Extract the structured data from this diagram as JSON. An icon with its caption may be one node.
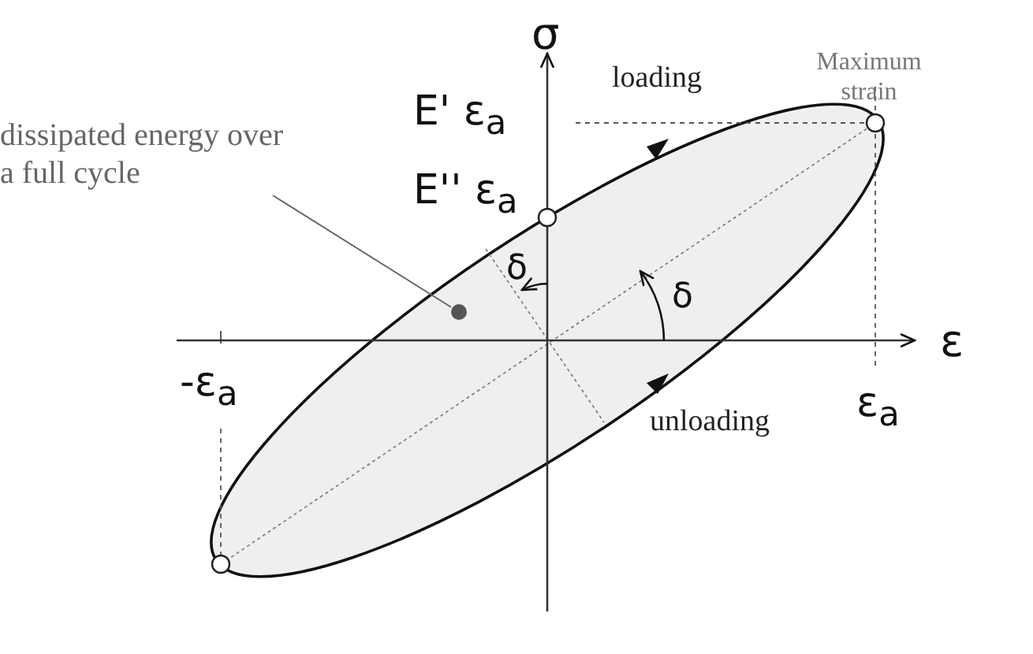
{
  "diagram": {
    "nodes": [
      {
        "text": [
          "dissipated energy over a full cycle"
        ]
      },
      {
        "text": [],
        "shape": "circle"
      }
    ],
    "edges": [
      {
        "from": 0,
        "to": 1,
        "arrow": "none"
      }
    ],
    "labels": [
      "σ",
      "Maximum strain",
      "loading",
      "E' ε$_{a}$",
      "E'' ε$_{a}$",
      "δ",
      "δ",
      "ε",
      "-ε$_{a}$",
      "ε$_{a}$",
      "unloading"
    ]
  }
}
